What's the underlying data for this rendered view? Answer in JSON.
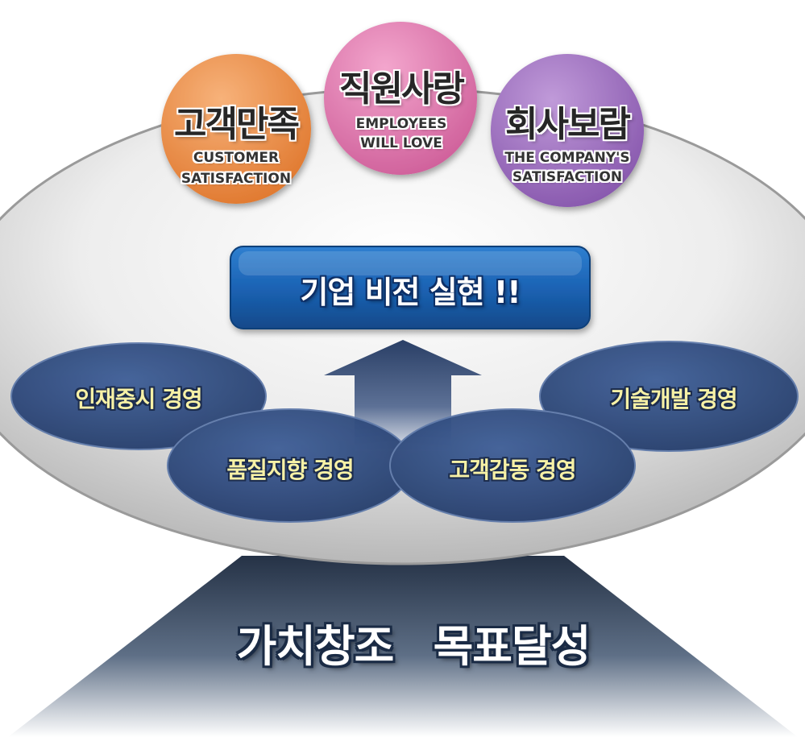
{
  "goals": [
    {
      "title": "고객만족",
      "subtitle_line1": "CUSTOMER",
      "subtitle_line2": "SATISFACTION",
      "color": "#f0914a"
    },
    {
      "title": "직원사랑",
      "subtitle_line1": "EMPLOYEES",
      "subtitle_line2": "WILL LOVE",
      "color": "#e07aaf"
    },
    {
      "title": "회사보람",
      "subtitle_line1": "THE COMPANY'S",
      "subtitle_line2": "SATISFACTION",
      "color": "#9f6fc2"
    }
  ],
  "vision": {
    "label": "기업 비전 실현 !!",
    "color": "#1b63b4"
  },
  "management": [
    {
      "label": "인재중시 경영"
    },
    {
      "label": "품질지향 경영"
    },
    {
      "label": "고객감동 경영"
    },
    {
      "label": "기술개발 경영"
    }
  ],
  "base": {
    "left_label": "가치창조",
    "right_label": "목표달성"
  },
  "colors": {
    "platform": "#d9d9d9",
    "management_ellipse": "#2f4d86",
    "arrow": "#2c4470",
    "base_pyramid": "#2e3d55"
  }
}
